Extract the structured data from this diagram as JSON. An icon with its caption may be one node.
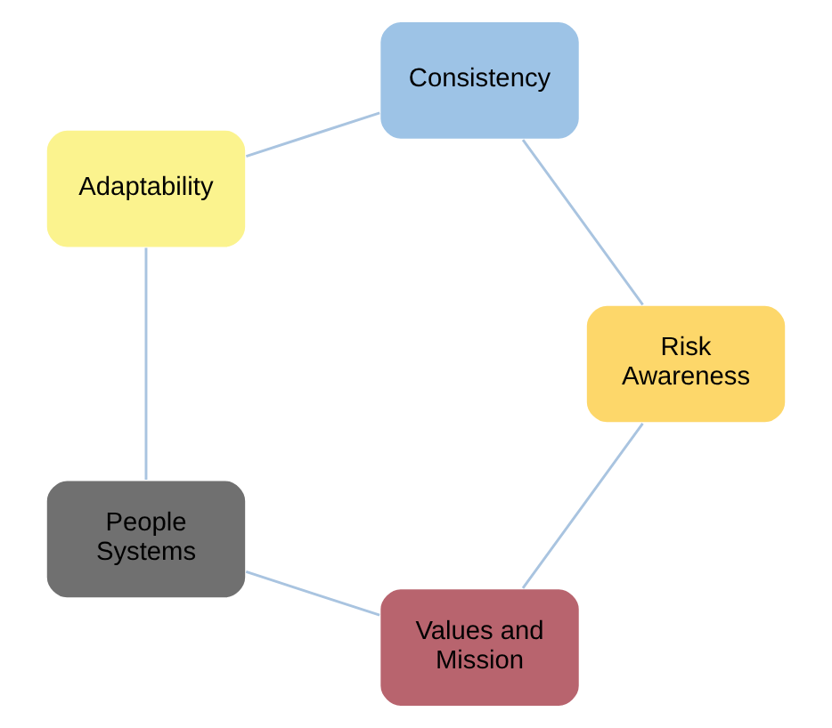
{
  "diagram": {
    "nodes": [
      {
        "text": [
          "Values and Mission"
        ]
      },
      {
        "text": [
          "Risk Awareness"
        ]
      },
      {
        "text": [
          "People Systems"
        ]
      },
      {
        "text": [
          "Consistency"
        ]
      },
      {
        "text": [
          "Adaptability"
        ]
      }
    ],
    "edges": [
      {
        "from": 0,
        "to": 2,
        "arrow": "none"
      },
      {
        "from": 2,
        "to": 4,
        "arrow": "none"
      },
      {
        "from": 4,
        "to": 3,
        "arrow": "none"
      },
      {
        "from": 3,
        "to": 1,
        "arrow": "none"
      },
      {
        "from": 1,
        "to": 0,
        "arrow": "none"
      }
    ]
  }
}
